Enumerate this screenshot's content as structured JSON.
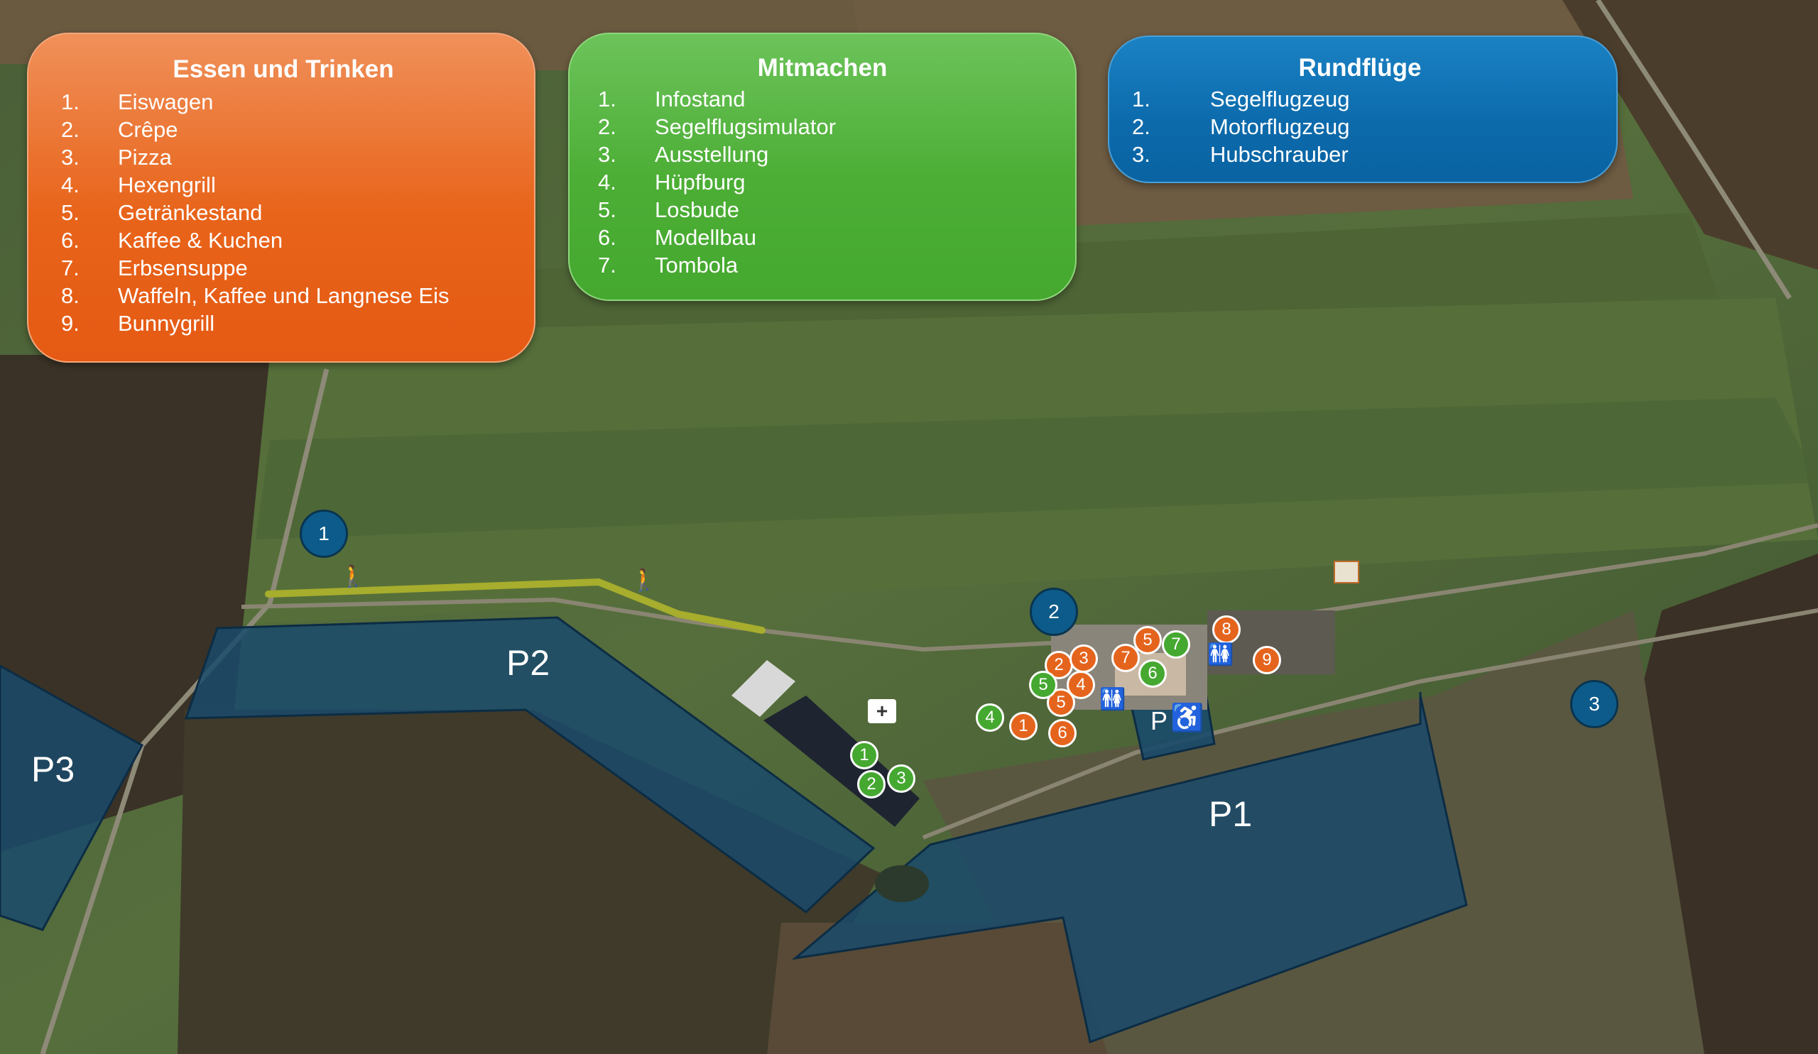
{
  "panels": {
    "food": {
      "title": "Essen und Trinken",
      "items": [
        {
          "n": "1.",
          "label": "Eiswagen"
        },
        {
          "n": "2.",
          "label": "Crêpe"
        },
        {
          "n": "3.",
          "label": "Pizza"
        },
        {
          "n": "4.",
          "label": "Hexengrill"
        },
        {
          "n": "5.",
          "label": "Getränkestand"
        },
        {
          "n": "6.",
          "label": "Kaffee & Kuchen"
        },
        {
          "n": "7.",
          "label": "Erbsensuppe"
        },
        {
          "n": "8.",
          "label": "Waffeln, Kaffee und Langnese Eis"
        },
        {
          "n": "9.",
          "label": "Bunnygrill"
        }
      ],
      "color": "#e8641a"
    },
    "join": {
      "title": "Mitmachen",
      "items": [
        {
          "n": "1.",
          "label": "Infostand"
        },
        {
          "n": "2.",
          "label": "Segelflugsimulator"
        },
        {
          "n": "3.",
          "label": "Ausstellung"
        },
        {
          "n": "4.",
          "label": "Hüpfburg"
        },
        {
          "n": "5.",
          "label": "Losbude"
        },
        {
          "n": "6.",
          "label": "Modellbau"
        },
        {
          "n": "7.",
          "label": "Tombola"
        }
      ],
      "color": "#4cae35"
    },
    "flights": {
      "title": "Rundflüge",
      "items": [
        {
          "n": "1.",
          "label": "Segelflugzeug"
        },
        {
          "n": "2.",
          "label": "Motorflugzeug"
        },
        {
          "n": "3.",
          "label": "Hubschrauber"
        }
      ],
      "color": "#0c6aab"
    }
  },
  "parking": {
    "p1": "P1",
    "p2": "P2",
    "p3": "P3",
    "accessible": "P"
  },
  "markers": {
    "food": [
      "1",
      "2",
      "3",
      "4",
      "5",
      "6",
      "7",
      "8",
      "9"
    ],
    "join": [
      "1",
      "2",
      "3",
      "4",
      "5",
      "6",
      "7"
    ],
    "flights": [
      "1",
      "2",
      "3"
    ]
  },
  "icons": [
    "walking-person-icon",
    "first-aid-icon",
    "toilet-icon",
    "wheelchair-icon",
    "info-board-icon"
  ]
}
